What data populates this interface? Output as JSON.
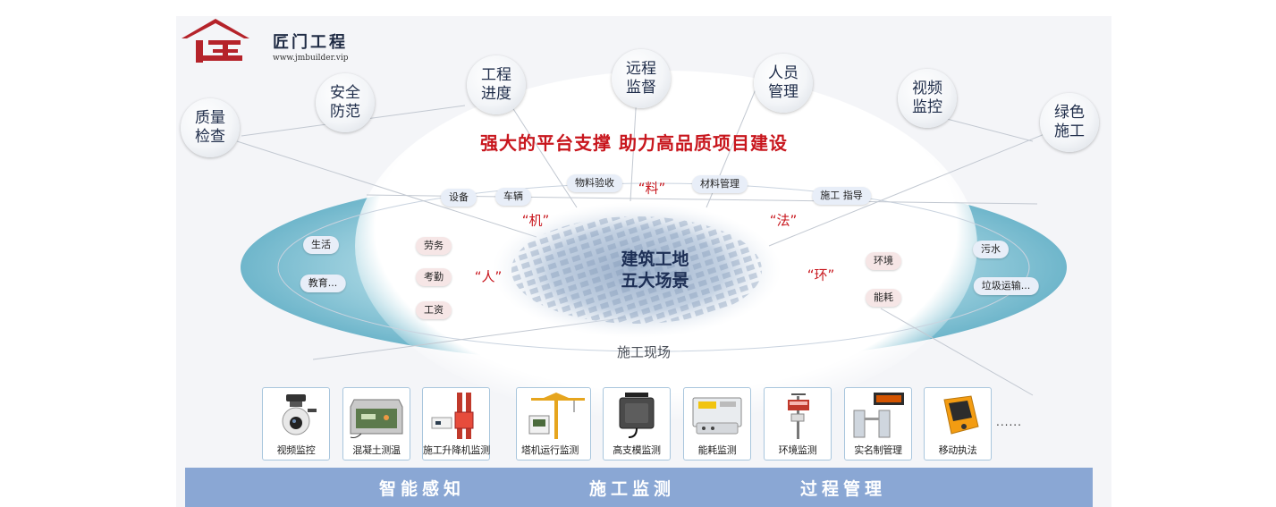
{
  "brand": {
    "name": "匠门工程",
    "url": "www.jmbuilder.vip",
    "logo_icon": "house-roof-logo-icon",
    "logo_color": "#b5232a"
  },
  "bubbles": [
    {
      "key": "quality",
      "line1": "质量",
      "line2": "检查"
    },
    {
      "key": "safety",
      "line1": "安全",
      "line2": "防范"
    },
    {
      "key": "progress",
      "line1": "工程",
      "line2": "进度"
    },
    {
      "key": "remote",
      "line1": "远程",
      "line2": "监督"
    },
    {
      "key": "personnel",
      "line1": "人员",
      "line2": "管理"
    },
    {
      "key": "video",
      "line1": "视频",
      "line2": "监控"
    },
    {
      "key": "green",
      "line1": "绿色",
      "line2": "施工"
    }
  ],
  "headline": "强大的平台支撑 助力高品质项目建设",
  "center_title": {
    "line1": "建筑工地",
    "line2": "五大场景"
  },
  "site_label": "施工现场",
  "quotes": {
    "machine": "“机”",
    "material": "“料”",
    "method": "“法”",
    "people": "“人”",
    "environment": "“环”"
  },
  "tags": {
    "equipment": "设备",
    "vehicle": "车辆",
    "material_acceptance": "物料验收",
    "material_mgmt": "材料管理",
    "construction_guide": "施工 指导",
    "life": "生活",
    "education": "教育...",
    "labor": "劳务",
    "attendance": "考勤",
    "wage": "工资",
    "environment": "环境",
    "energy": "能耗",
    "sewage": "污水",
    "garbage": "垃圾运输..."
  },
  "devices": [
    {
      "label": "视频监控",
      "icon": "ptz-camera-icon"
    },
    {
      "label": "混凝土测温",
      "icon": "temperature-box-icon"
    },
    {
      "label": "施工升降机监测",
      "icon": "hoist-elevator-icon"
    },
    {
      "label": "塔机运行监测",
      "icon": "tower-crane-icon"
    },
    {
      "label": "高支模监测",
      "icon": "formwork-sensor-icon"
    },
    {
      "label": "能耗监测",
      "icon": "energy-meter-icon"
    },
    {
      "label": "环境监测",
      "icon": "environment-station-icon"
    },
    {
      "label": "实名制管理",
      "icon": "turnstile-gate-icon"
    },
    {
      "label": "移动执法",
      "icon": "handheld-terminal-icon"
    }
  ],
  "more_label": "......",
  "bottom_bar": {
    "item1": "智能感知",
    "item2": "施工监测",
    "item3": "过程管理"
  },
  "colors": {
    "accent_red": "#c8161d",
    "ring_blue": "#7bbfd2",
    "bar_blue": "#8aa7d4",
    "title_navy": "#1d2f55"
  }
}
